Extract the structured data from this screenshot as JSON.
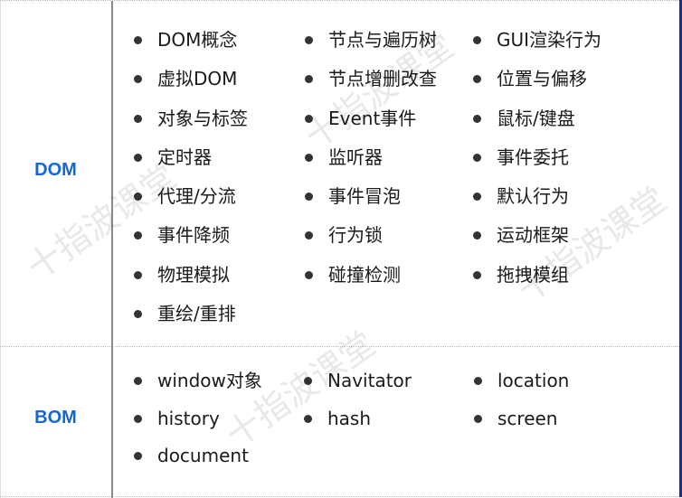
{
  "watermark": "十指波课堂",
  "colors": {
    "label": "#1468d6",
    "bullet": "#333333",
    "right_bar": "#1c2f8a"
  },
  "sections": {
    "dom": {
      "label": "DOM",
      "columns": [
        [
          "DOM概念",
          "虚拟DOM",
          "对象与标签",
          "定时器",
          "代理/分流",
          "事件降频",
          "物理模拟",
          "重绘/重排"
        ],
        [
          "节点与遍历树",
          "节点增删改查",
          "Event事件",
          "监听器",
          "事件冒泡",
          "行为锁",
          "碰撞检测"
        ],
        [
          "GUI渲染行为",
          "位置与偏移",
          "鼠标/键盘",
          "事件委托",
          "默认行为",
          "运动框架",
          "拖拽模组"
        ]
      ]
    },
    "bom": {
      "label": "BOM",
      "columns": [
        [
          "window对象",
          "history",
          "document"
        ],
        [
          "Navitator",
          "hash"
        ],
        [
          "location",
          "screen"
        ]
      ]
    }
  }
}
